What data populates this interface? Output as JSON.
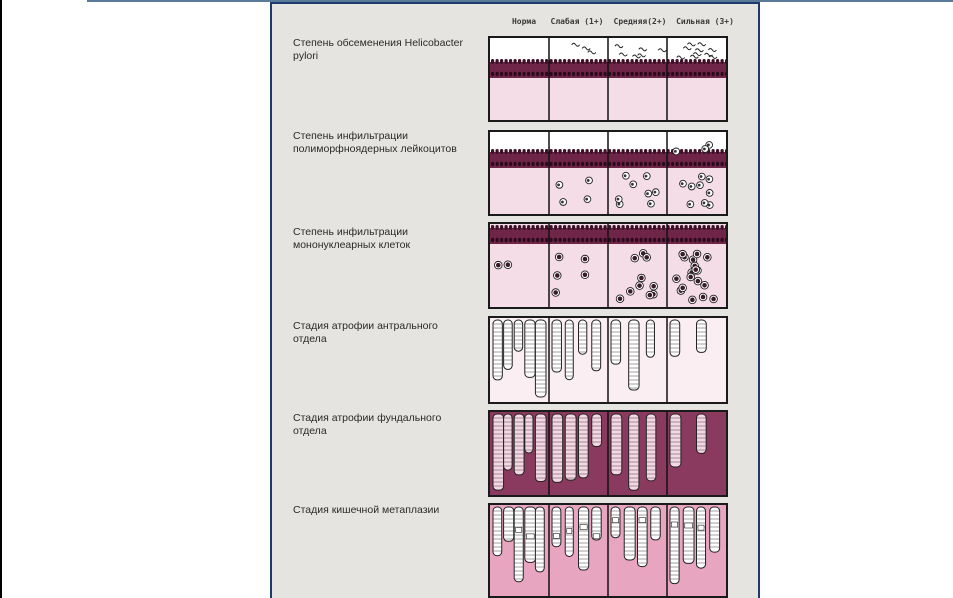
{
  "columns": [
    "Норма",
    "Слабая (1+)",
    "Средняя(2+)",
    "Сильная (3+)"
  ],
  "rows": [
    {
      "label": "Степень обсеменения Helicobacter pylori",
      "kind": "hp"
    },
    {
      "label": "Степень инфильтрации полиморфноядерных лейкоцитов",
      "kind": "pmn"
    },
    {
      "label": "Степень инфильтрации мононуклеарных клеток",
      "kind": "mono"
    },
    {
      "label": "Стадия атрофии антрального отдела",
      "kind": "antrum"
    },
    {
      "label": "Стадия атрофии фундального отдела",
      "kind": "fundus"
    },
    {
      "label": "Стадия кишечной метаплазии",
      "kind": "im"
    }
  ],
  "colors": {
    "epithelium": "#6e2548",
    "stroma_light": "#f5dde7",
    "stroma_pink": "#e8a5bf",
    "fundus": "#8a3a5f",
    "frame": "#1e3a6e",
    "sheet": "#e6e4e0"
  }
}
